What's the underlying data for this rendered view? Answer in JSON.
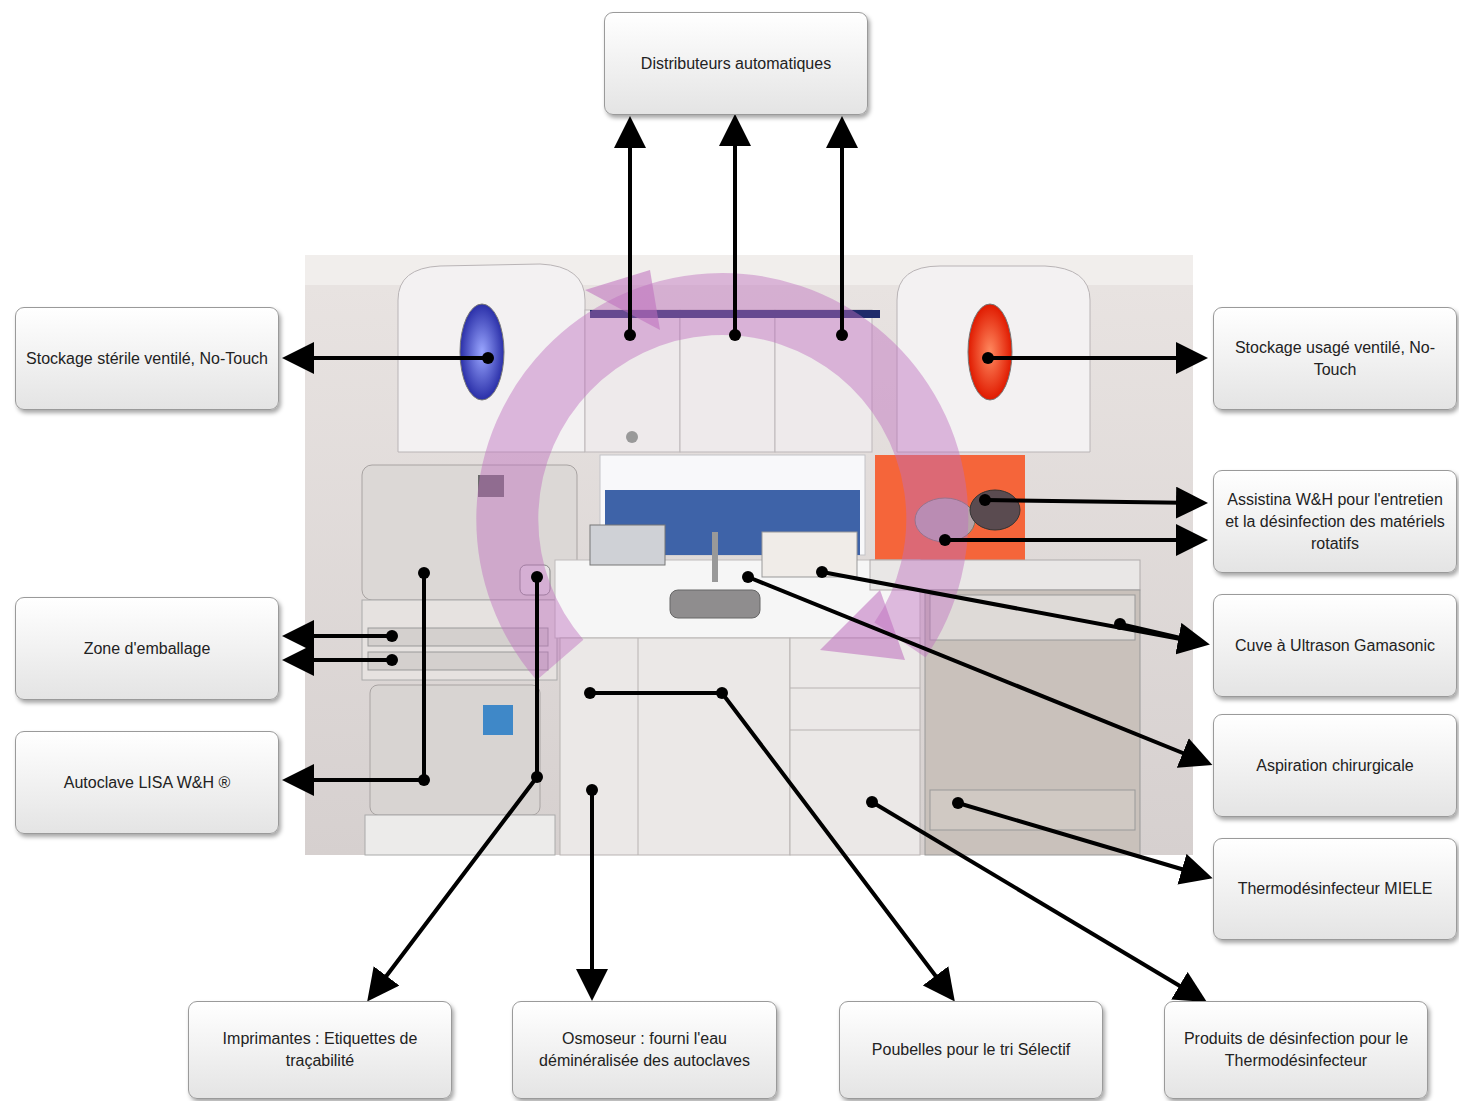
{
  "diagram": {
    "nodes": [
      {
        "text": [
          "Distributeurs automatiques"
        ]
      },
      {
        "text": [
          "Stockage stérile ventilé, No-Touch"
        ]
      },
      {
        "text": [
          "Stockage usagé ventilé, No-Touch"
        ]
      },
      {
        "text": [
          "Assistina W&H pour l'entretien et la désinfection des matériels rotatifs"
        ]
      },
      {
        "text": [
          "Zone d'emballage"
        ]
      },
      {
        "text": [
          "Cuve à Ultrason Gamasonic"
        ]
      },
      {
        "text": [
          "Autoclave LISA W&H ®"
        ]
      },
      {
        "text": [
          "Aspiration chirurgicale"
        ]
      },
      {
        "text": [
          "Thermodésinfecteur MIELE"
        ]
      },
      {
        "text": [
          "Imprimantes : Etiquettes de traçabilité"
        ]
      },
      {
        "text": [
          "Osmoseur : fourni l'eau déminéralisée des autoclaves"
        ]
      },
      {
        "text": [
          "Poubelles pour le tri Sélectif"
        ]
      },
      {
        "text": [
          "Produits de désinfection pour le Thermodésinfecteur"
        ]
      }
    ]
  }
}
